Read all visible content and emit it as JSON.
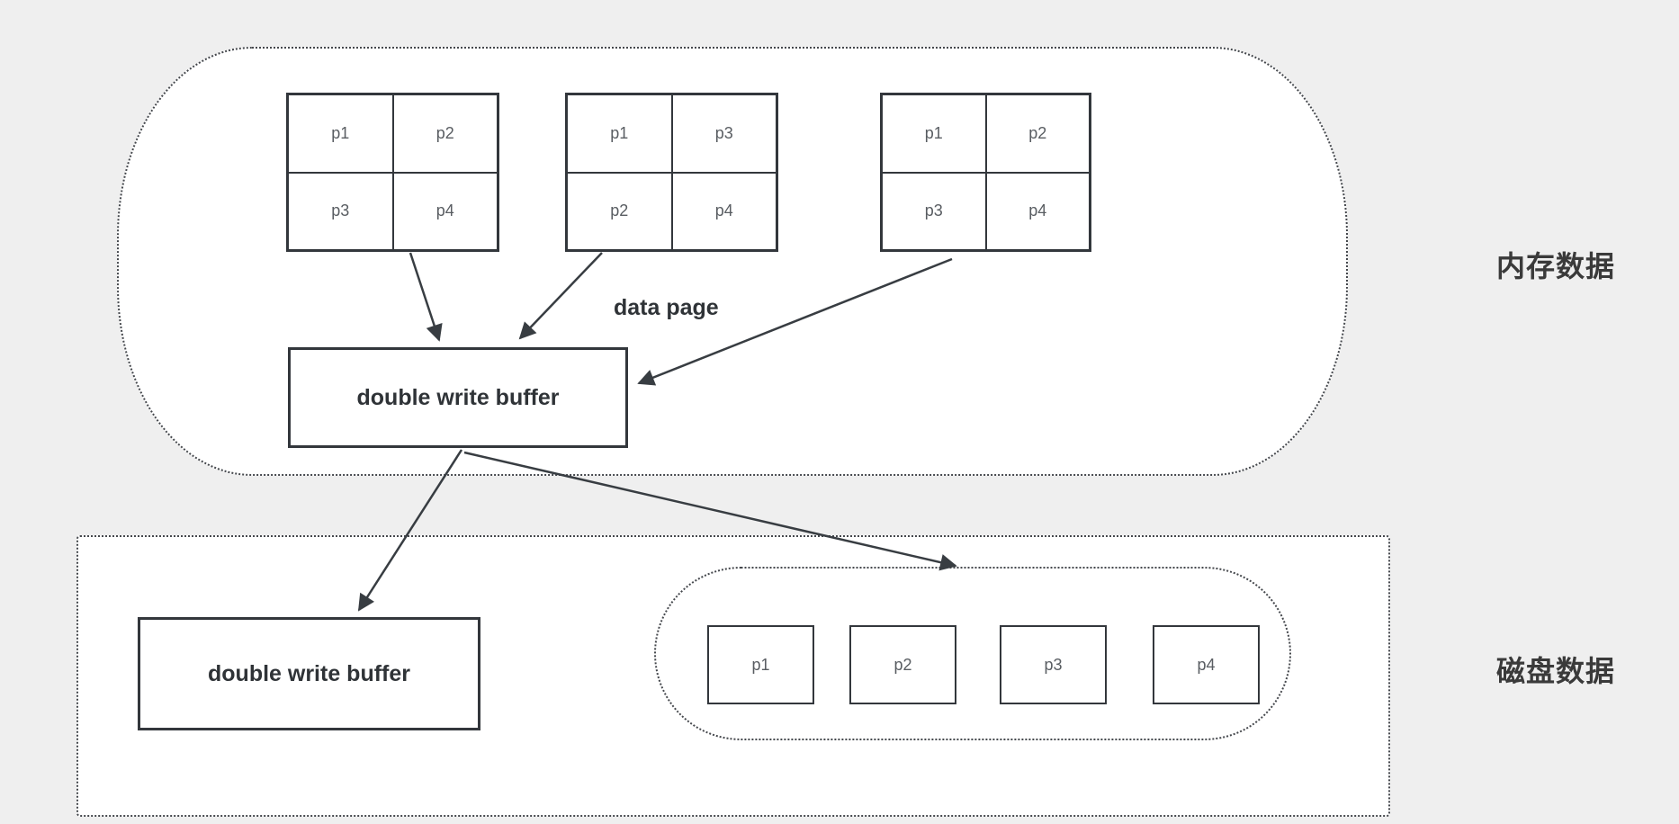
{
  "colors": {
    "background": "#efefef",
    "container_fill": "#ffffff",
    "border_dark": "#33373c",
    "arrow": "#383d42",
    "page_cell_text": "#595d62",
    "strong_text": "#2f3337"
  },
  "memory_region": {
    "region_label": "内存数据",
    "data_page_label": "data page",
    "buffer_label": "double write buffer",
    "grids": [
      {
        "cells": [
          "p1",
          "p2",
          "p3",
          "p4"
        ]
      },
      {
        "cells": [
          "p1",
          "p3",
          "p2",
          "p4"
        ]
      },
      {
        "cells": [
          "p1",
          "p2",
          "p3",
          "p4"
        ]
      }
    ]
  },
  "disk_region": {
    "region_label": "磁盘数据",
    "buffer_label": "double write buffer",
    "tablespace_pages": [
      "p1",
      "p2",
      "p3",
      "p4"
    ]
  }
}
